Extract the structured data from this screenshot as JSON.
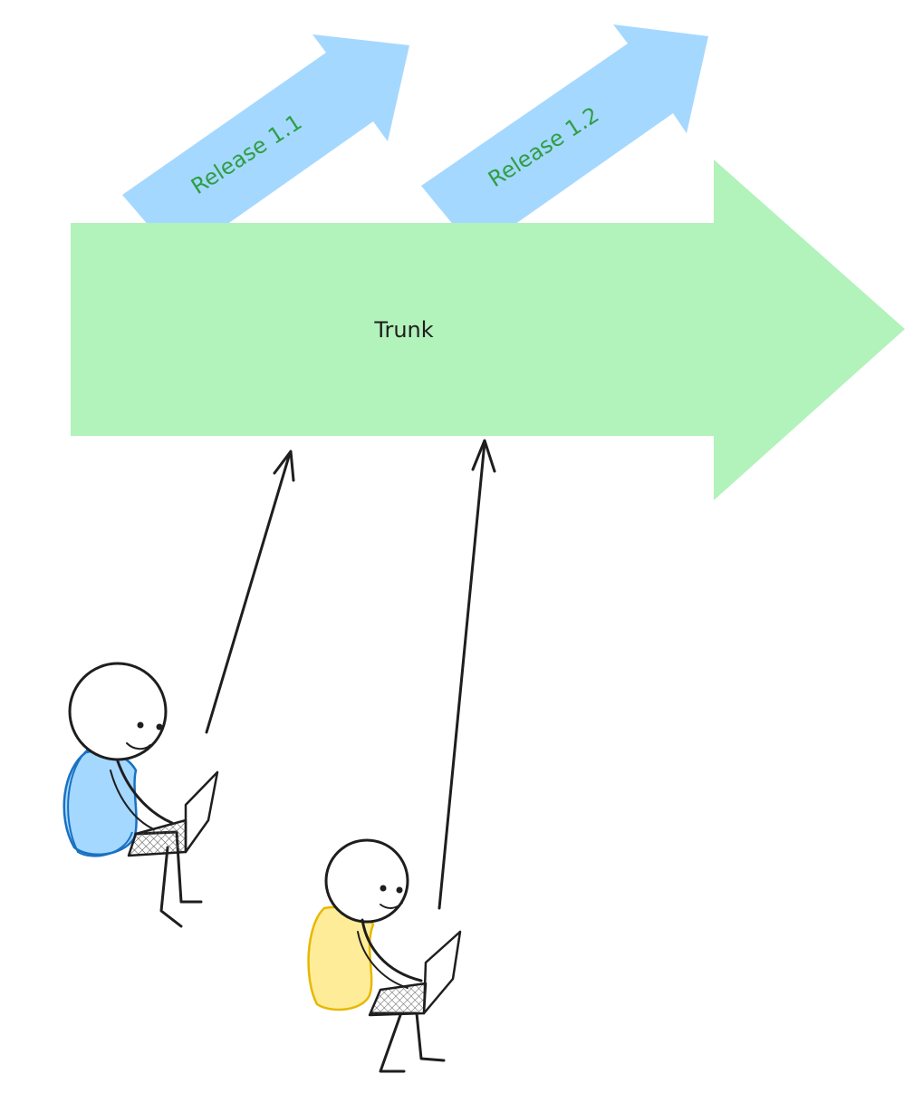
{
  "diagram": {
    "trunk": {
      "label": "Trunk",
      "color": "#b2f2bb"
    },
    "releases": [
      {
        "label": "Release 1.1",
        "color": "#a5d8ff",
        "text_color": "#2f9e44"
      },
      {
        "label": "Release 1.2",
        "color": "#a5d8ff",
        "text_color": "#2f9e44"
      }
    ],
    "developers": [
      {
        "name": "developer-blue",
        "shirt_color": "#a5d8ff",
        "outline_color": "#1971c2"
      },
      {
        "name": "developer-yellow",
        "shirt_color": "#ffec99",
        "outline_color": "#e6b800"
      }
    ]
  }
}
